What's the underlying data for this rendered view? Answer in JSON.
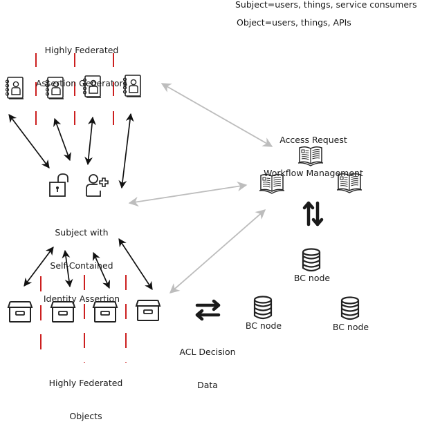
{
  "legend": {
    "subject_def": "Subject=users, things, service consumers",
    "object_def": "Object=users, things, APIs"
  },
  "groups": {
    "generators": {
      "title_line1": "Highly Federated",
      "title_line2": "Assertion Generators",
      "icon": "contact-book-icon",
      "count": 4
    },
    "subject": {
      "title_line1": "Subject with",
      "title_line2": "Self-Contained",
      "title_line3": "Identity Assertion",
      "icons": [
        "unlocked-padlock-icon",
        "add-user-icon"
      ]
    },
    "workflow": {
      "title_line1": "Access Request",
      "title_line2": "Workflow Management",
      "icon": "open-book-icon",
      "count": 3
    },
    "objects": {
      "title_line1": "Highly Federated",
      "title_line2": "Objects",
      "icon": "archive-box-icon",
      "count": 4
    },
    "acl": {
      "title_line1": "ACL Decision",
      "title_line2": "Data",
      "icon": "swap-horizontal-icon"
    },
    "blockchain": {
      "nodes": [
        {
          "label": "BC node"
        },
        {
          "label": "BC node"
        },
        {
          "label": "BC node"
        }
      ],
      "icon": "database-icon",
      "link_icon": "swap-vertical-icon"
    }
  },
  "colors": {
    "divider": "#cc1f1f",
    "strong_arrow": "#111111",
    "soft_arrow": "#bdbdbd",
    "icon_stroke": "#222222"
  }
}
